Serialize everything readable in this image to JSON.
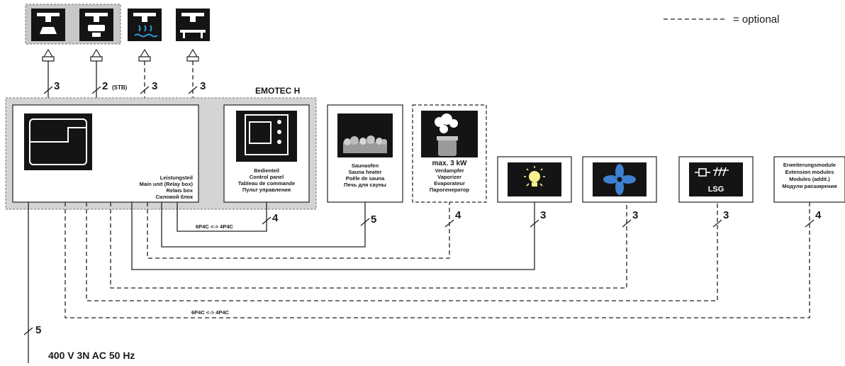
{
  "legend": {
    "text": "= optional"
  },
  "system_title": "EMOTEC H",
  "sensor_counts": [
    "3",
    "2",
    "3",
    "3"
  ],
  "sensor_stb_note": "(STB)",
  "main_unit": {
    "label_lines": [
      "Leistungsteil",
      "Main unit (Relay box)",
      "Relais box",
      "Силовой блок"
    ]
  },
  "control_panel": {
    "label_lines": [
      "Bedienteil",
      "Control panel",
      "Tableau de commande",
      "Пульт управления"
    ]
  },
  "sauna_heater": {
    "label_lines": [
      "Saunaofen",
      "Sauna heater",
      "Poêle de sauna",
      "Печь для сауны"
    ]
  },
  "evaporator": {
    "label_lines": [
      "max. 3 kW",
      "Verdampfer",
      "Vaporizer",
      "Evaporateur",
      "Парогенератор"
    ]
  },
  "lsg": {
    "label": "LSG"
  },
  "extension": {
    "label_lines": [
      "Erweiterungsmodule",
      "Extension modules",
      "Modules (addit.)",
      "Модули расширения"
    ]
  },
  "wire_counts": {
    "panel": "4",
    "heater": "5",
    "evaporator": "4",
    "light": "3",
    "fan": "3",
    "lsg": "3",
    "extension": "4",
    "supply": "5"
  },
  "connector_note_panel": "6P4C <-> 4P4C",
  "connector_note_ext": "6P4C <-> 4P4C",
  "supply": {
    "text": "400 V 3N AC 50 Hz"
  },
  "colors": {
    "icon_bg": "#141414",
    "water_blue": "#2a9fd6",
    "fan_blue": "#3d7fd0",
    "lamp_yellow": "#f6f08c",
    "housing_grey": "#d4d4d4"
  }
}
